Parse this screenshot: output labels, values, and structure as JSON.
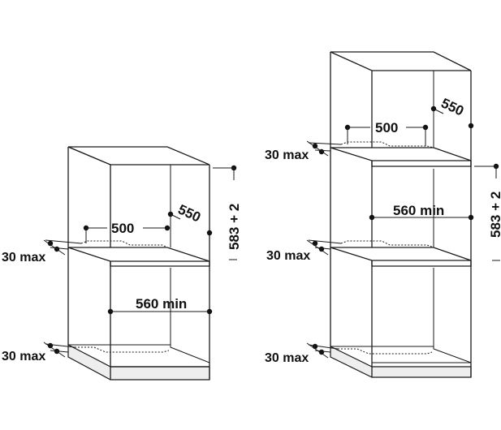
{
  "left_cabinet": {
    "depth_label": "550",
    "width_label": "500",
    "opening_label": "560 min",
    "height_label": "583 + 2",
    "gap_top_label": "30 max",
    "gap_bottom_label": "30 max"
  },
  "right_cabinet": {
    "depth_label": "550",
    "width_label": "500",
    "opening_label": "560 min",
    "height_label": "583 + 2",
    "gap_top_label": "30 max",
    "gap_middle_label": "30 max",
    "gap_bottom_label": "30 max"
  }
}
